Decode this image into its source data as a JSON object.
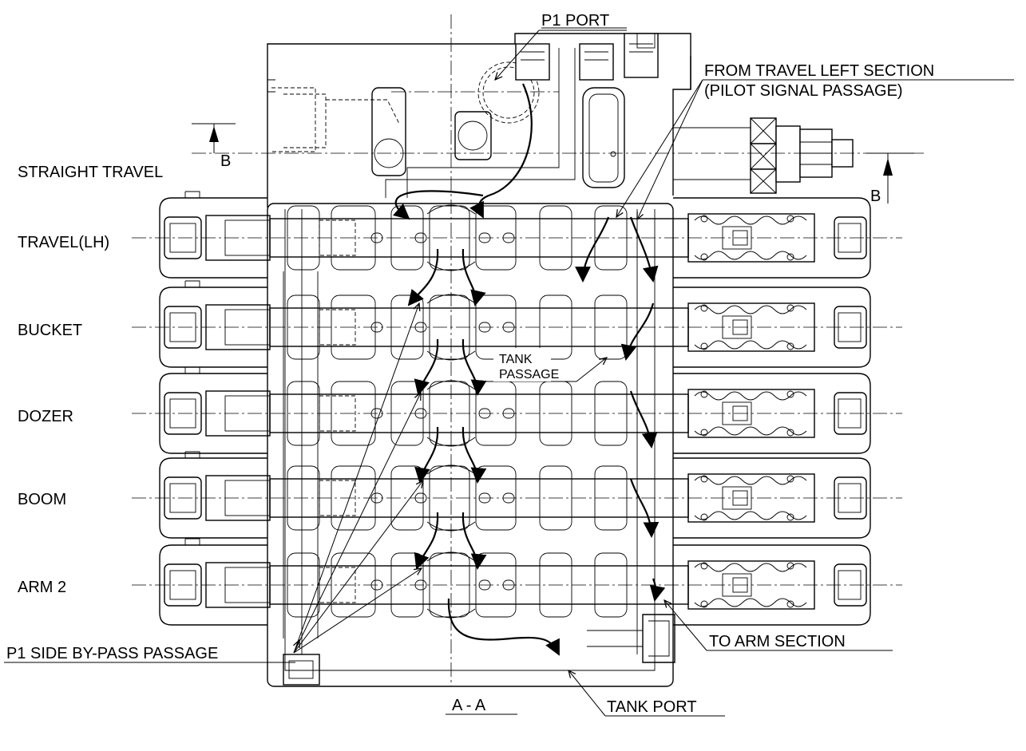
{
  "labels": {
    "p1_port": "P1 PORT",
    "from_travel_left_1": "FROM TRAVEL LEFT SECTION",
    "from_travel_left_2": "(PILOT SIGNAL PASSAGE)",
    "straight_travel": "STRAIGHT TRAVEL",
    "b_left": "B",
    "b_right": "B",
    "tank_passage_1": "TANK",
    "tank_passage_2": "PASSAGE",
    "to_arm_section": "TO ARM SECTION",
    "p1_side_bypass": "P1 SIDE BY-PASS PASSAGE",
    "section_aa": "A - A",
    "tank_port": "TANK PORT"
  },
  "sections": [
    {
      "label": "TRAVEL(LH)"
    },
    {
      "label": "BUCKET"
    },
    {
      "label": "DOZER"
    },
    {
      "label": "BOOM"
    },
    {
      "label": "ARM 2"
    }
  ]
}
